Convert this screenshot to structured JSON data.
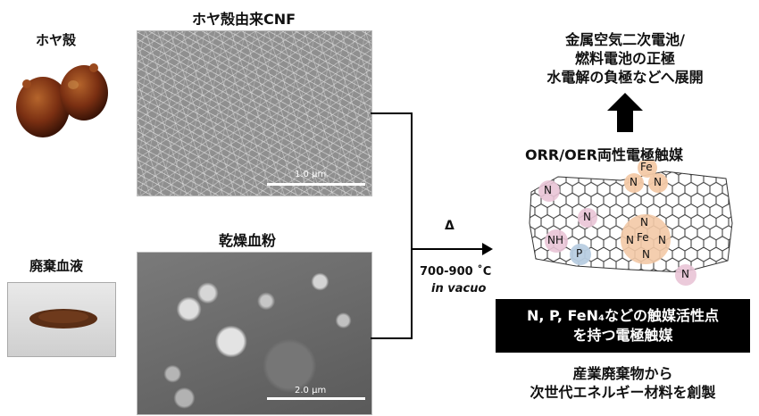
{
  "labels": {
    "sea_squirt_shell": "ホヤ殻",
    "cnf_title": "ホヤ殻由来CNF",
    "waste_blood": "廃棄血液",
    "dried_blood": "乾燥血粉",
    "cnf_scale": "1.0 µm",
    "blood_scale": "2.0 µm"
  },
  "process": {
    "delta": "Δ",
    "temperature": "700-900 ˚C",
    "condition": "in vacuo"
  },
  "applications": {
    "line1": "金属空気二次電池/",
    "line2": "燃料電池の正極",
    "line3": "水電解の負極などへ展開"
  },
  "catalyst_title": "ORR/OER両性電極触媒",
  "structure": {
    "atom_n": "N",
    "atom_fe": "Fe",
    "atom_nh": "NH",
    "atom_p": "P"
  },
  "black_box": {
    "line1": "N, P, FeN₄などの触媒活性点",
    "line2": "を持つ電極触媒"
  },
  "footer": {
    "line1": "産業廃棄物から",
    "line2": "次世代エネルギー材料を創製"
  },
  "colors": {
    "highlight_pink": "#e9c4d6",
    "highlight_blue": "#b8cde2",
    "highlight_orange": "#f3c9a6"
  }
}
